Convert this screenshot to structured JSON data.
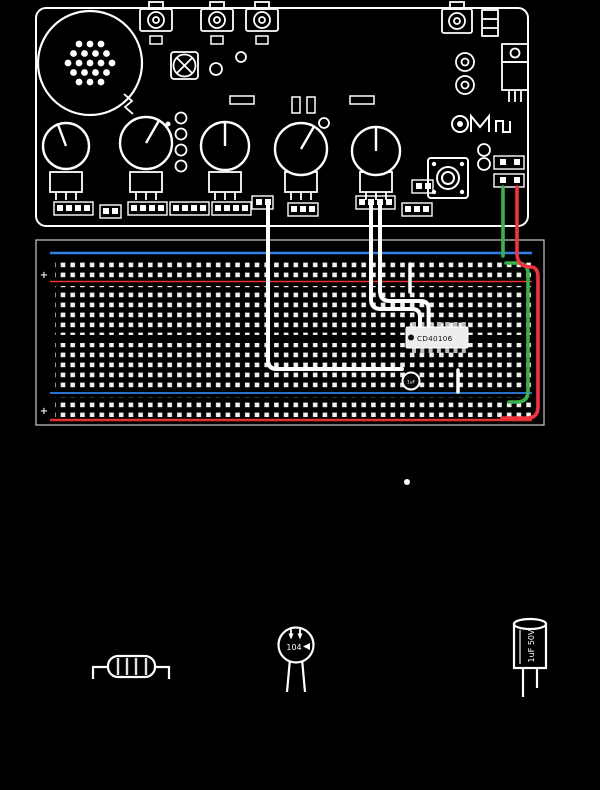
{
  "diagram": {
    "type": "breadboard-wiring-diagram",
    "labels": {
      "ic": "CD40106",
      "breadboard_capacitor": "1uF",
      "ceramic_capacitor": "104",
      "electrolytic_capacitor": "1uF 50V",
      "rail_plus": "+"
    },
    "colors": {
      "background": "#000000",
      "artwork": "#ffffff",
      "rail_blue": "#2f7fe6",
      "rail_red": "#e8332a",
      "wire_green": "#3bb14e",
      "wire_red": "#ef3340",
      "ic_body": "#ededed",
      "ic_text": "#111111"
    },
    "components": {
      "board": "synth-interface-pcb",
      "breadboard": "solderless-breadboard",
      "ic": "cd40106-hex-inverter",
      "parts": [
        "resistor",
        "ceramic-capacitor",
        "electrolytic-capacitor"
      ]
    }
  }
}
